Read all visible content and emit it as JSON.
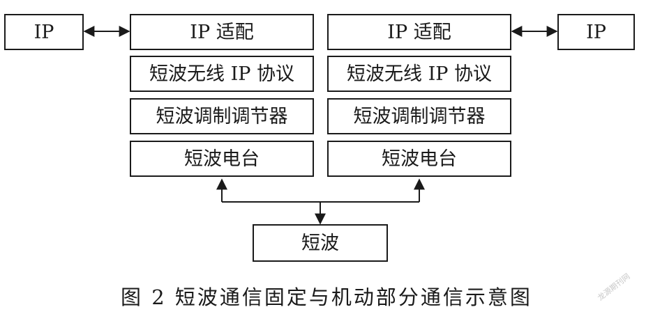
{
  "diagram": {
    "left_ip": "IP",
    "right_ip": "IP",
    "left_stack": {
      "ip_adapter": "IP 适配",
      "protocol": "短波无线 IP 协议",
      "modem": "短波调制调节器",
      "radio": "短波电台"
    },
    "right_stack": {
      "ip_adapter": "IP 适配",
      "protocol": "短波无线 IP 协议",
      "modem": "短波调制调节器",
      "radio": "短波电台"
    },
    "channel": "短波"
  },
  "caption": "图 2   短波通信固定与机动部分通信示意图",
  "watermark": "龙源期刊网"
}
